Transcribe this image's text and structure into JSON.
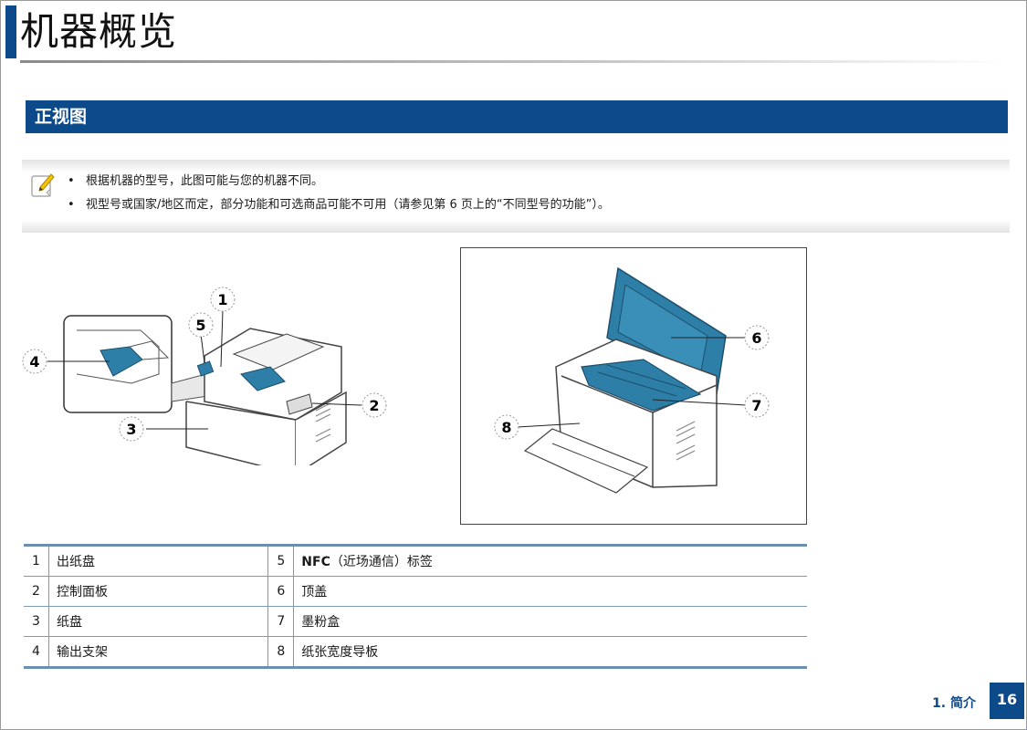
{
  "page": {
    "title": "机器概览",
    "section_title": "正视图",
    "footer_label": "1. 简介",
    "page_number": "16"
  },
  "note": {
    "icon": "note-pencil-icon",
    "items": [
      "根据机器的型号，此图可能与您的机器不同。",
      "视型号或国家/地区而定，部分功能和可选商品可能不可用（请参见第 6 页上的“不同型号的功能”）。"
    ]
  },
  "figures": {
    "left_callouts": [
      "1",
      "2",
      "3",
      "4",
      "5"
    ],
    "right_callouts": [
      "6",
      "7",
      "8"
    ]
  },
  "parts": [
    {
      "num": "1",
      "label": "出纸盘"
    },
    {
      "num": "2",
      "label": "控制面板"
    },
    {
      "num": "3",
      "label": "纸盘"
    },
    {
      "num": "4",
      "label": "输出支架"
    },
    {
      "num": "5",
      "label_bold": "NFC",
      "label": "（近场通信）标签"
    },
    {
      "num": "6",
      "label": "顶盖"
    },
    {
      "num": "7",
      "label": "墨粉盒"
    },
    {
      "num": "8",
      "label": "纸张宽度导板"
    }
  ],
  "colors": {
    "brand_blue": "#0d4a8a",
    "highlight_teal": "#2e7fa8"
  }
}
